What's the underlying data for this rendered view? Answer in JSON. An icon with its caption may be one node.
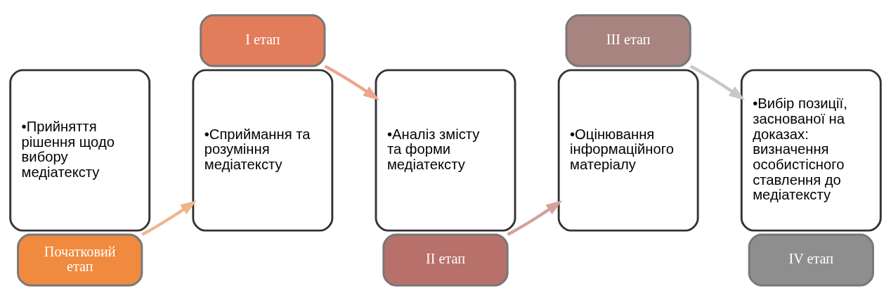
{
  "diagram": {
    "nodes": [
      {
        "text": [
          "•Прийняття рішення щодо вибору медіатексту"
        ]
      },
      {
        "text": [
          "Початковий етап"
        ]
      },
      {
        "text": [
          "•Сприймання та розуміння медіатексту"
        ]
      },
      {
        "text": [
          "I етап"
        ]
      },
      {
        "text": [
          "•Аналіз змісту та форми медіатексту"
        ]
      },
      {
        "text": [
          "II етап"
        ]
      },
      {
        "text": [
          "•Оцінювання інформаційного матеріалу"
        ]
      },
      {
        "text": [
          "III етап"
        ]
      },
      {
        "text": [
          "•Вибір позиції, заснованої на доказах: визначення особистісного ставлення до медіатексту"
        ]
      },
      {
        "text": [
          "IV етап"
        ]
      }
    ],
    "edges": [
      {
        "from": 1,
        "to": 2,
        "arrow": "to",
        "color": "#f2b48c"
      },
      {
        "from": 3,
        "to": 4,
        "arrow": "to",
        "color": "#eea58e"
      },
      {
        "from": 5,
        "to": 6,
        "arrow": "to",
        "color": "#d4a19c"
      },
      {
        "from": 7,
        "to": 8,
        "arrow": "to",
        "color": "#c8c8c8"
      }
    ]
  }
}
